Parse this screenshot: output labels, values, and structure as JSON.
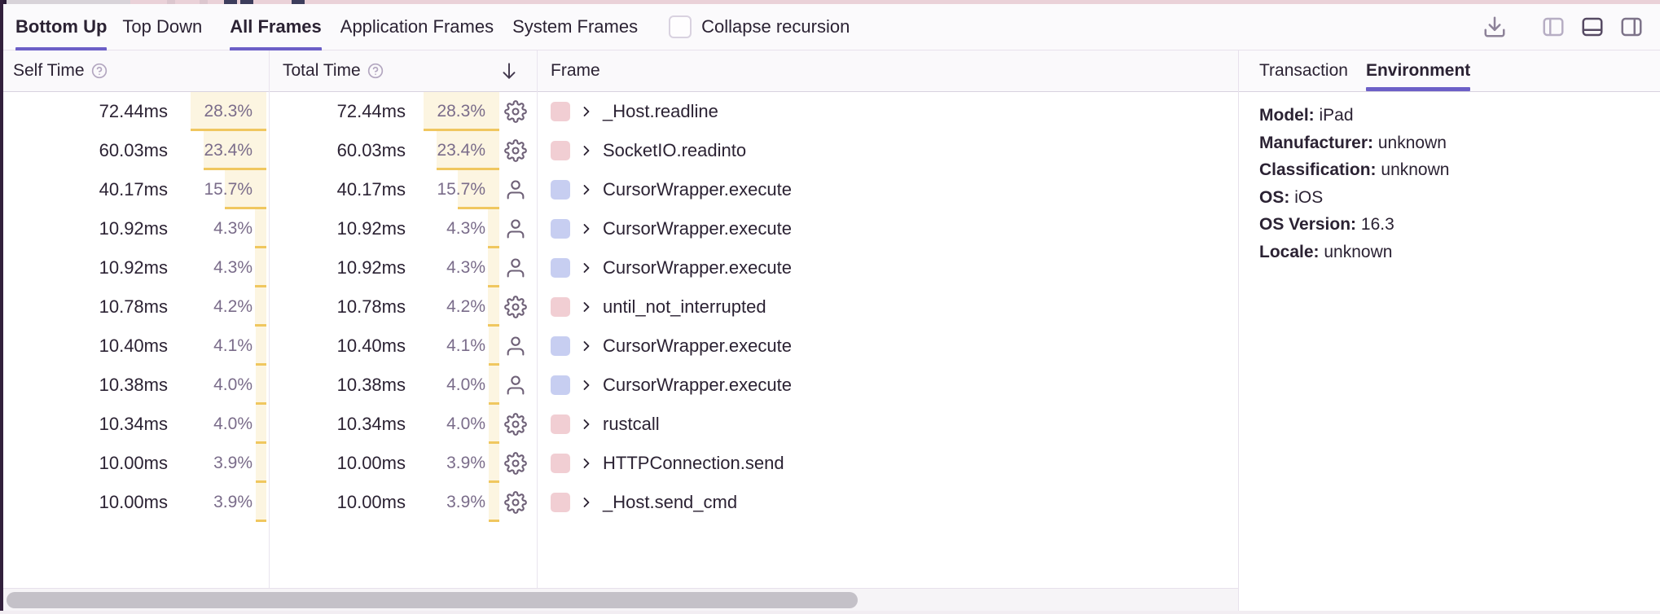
{
  "toolbar": {
    "view_tabs": [
      {
        "label": "Bottom Up",
        "active": true
      },
      {
        "label": "Top Down",
        "active": false
      }
    ],
    "frame_tabs": [
      {
        "label": "All Frames",
        "active": true
      },
      {
        "label": "Application Frames",
        "active": false
      },
      {
        "label": "System Frames",
        "active": false
      }
    ],
    "collapse_recursion_label": "Collapse recursion",
    "icons": [
      "download-icon",
      "dock-left-icon",
      "dock-bottom-icon",
      "dock-right-icon"
    ]
  },
  "table": {
    "columns": {
      "self": "Self Time",
      "total": "Total Time",
      "frame": "Frame"
    },
    "sort": {
      "column": "total",
      "direction": "descending",
      "icon": "arrow-down"
    },
    "rows": [
      {
        "self_time": "72.44ms",
        "self_pct": "28.3%",
        "total_time": "72.44ms",
        "total_pct": "28.3%",
        "pct": 28.3,
        "icon": "gear-icon",
        "color": "#f1ced3",
        "frame": "_Host.readline"
      },
      {
        "self_time": "60.03ms",
        "self_pct": "23.4%",
        "total_time": "60.03ms",
        "total_pct": "23.4%",
        "pct": 23.4,
        "icon": "gear-icon",
        "color": "#f1ced3",
        "frame": "SocketIO.readinto"
      },
      {
        "self_time": "40.17ms",
        "self_pct": "15.7%",
        "total_time": "40.17ms",
        "total_pct": "15.7%",
        "pct": 15.7,
        "icon": "user-icon",
        "color": "#c7cef1",
        "frame": "CursorWrapper.execute"
      },
      {
        "self_time": "10.92ms",
        "self_pct": "4.3%",
        "total_time": "10.92ms",
        "total_pct": "4.3%",
        "pct": 4.3,
        "icon": "user-icon",
        "color": "#c7cef1",
        "frame": "CursorWrapper.execute"
      },
      {
        "self_time": "10.92ms",
        "self_pct": "4.3%",
        "total_time": "10.92ms",
        "total_pct": "4.3%",
        "pct": 4.3,
        "icon": "user-icon",
        "color": "#c7cef1",
        "frame": "CursorWrapper.execute"
      },
      {
        "self_time": "10.78ms",
        "self_pct": "4.2%",
        "total_time": "10.78ms",
        "total_pct": "4.2%",
        "pct": 4.2,
        "icon": "gear-icon",
        "color": "#f1ced3",
        "frame": "until_not_interrupted"
      },
      {
        "self_time": "10.40ms",
        "self_pct": "4.1%",
        "total_time": "10.40ms",
        "total_pct": "4.1%",
        "pct": 4.1,
        "icon": "user-icon",
        "color": "#c7cef1",
        "frame": "CursorWrapper.execute"
      },
      {
        "self_time": "10.38ms",
        "self_pct": "4.0%",
        "total_time": "10.38ms",
        "total_pct": "4.0%",
        "pct": 4.0,
        "icon": "user-icon",
        "color": "#c7cef1",
        "frame": "CursorWrapper.execute"
      },
      {
        "self_time": "10.34ms",
        "self_pct": "4.0%",
        "total_time": "10.34ms",
        "total_pct": "4.0%",
        "pct": 4.0,
        "icon": "gear-icon",
        "color": "#f1ced3",
        "frame": "rustcall"
      },
      {
        "self_time": "10.00ms",
        "self_pct": "3.9%",
        "total_time": "10.00ms",
        "total_pct": "3.9%",
        "pct": 3.9,
        "icon": "gear-icon",
        "color": "#f1ced3",
        "frame": "HTTPConnection.send"
      },
      {
        "self_time": "10.00ms",
        "self_pct": "3.9%",
        "total_time": "10.00ms",
        "total_pct": "3.9%",
        "pct": 3.9,
        "icon": "gear-icon",
        "color": "#f1ced3",
        "frame": "_Host.send_cmd"
      }
    ]
  },
  "side_panel": {
    "tabs": [
      {
        "label": "Transaction",
        "active": false
      },
      {
        "label": "Environment",
        "active": true
      }
    ],
    "details": [
      {
        "label": "Model:",
        "value": "iPad"
      },
      {
        "label": "Manufacturer:",
        "value": "unknown"
      },
      {
        "label": "Classification:",
        "value": "unknown"
      },
      {
        "label": "OS:",
        "value": "iOS"
      },
      {
        "label": "OS Version:",
        "value": "16.3"
      },
      {
        "label": "Locale:",
        "value": "unknown"
      }
    ]
  },
  "colors": {
    "accent_purple": "#6c5fc7",
    "text_dark": "#2b2233",
    "text_muted": "#7a6c8a",
    "pct_bar_bg": "#fcf5e1",
    "pct_bar_underline": "#f0c75f",
    "system_frame_swatch": "#f1ced3",
    "application_frame_swatch": "#c7cef1"
  }
}
